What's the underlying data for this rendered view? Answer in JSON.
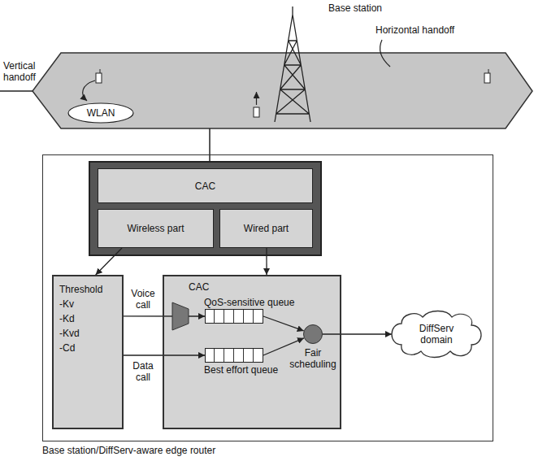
{
  "diagram": {
    "nodes": [
      {
        "text": [
          "WLAN"
        ]
      },
      {
        "text": [
          "Base station/DiffServ-aware edge router"
        ]
      },
      {
        "text": [
          "CAC"
        ],
        "in": 1
      },
      {
        "text": [
          "Wireless part"
        ],
        "in": 1
      },
      {
        "text": [
          "Wired part"
        ],
        "in": 1
      },
      {
        "text": [
          "Threshold",
          "-Kv",
          "-Kd",
          "-Kvd",
          "-Cd"
        ],
        "in": 1
      },
      {
        "text": [
          "CAC"
        ],
        "in": 1
      },
      {
        "text": [
          "QoS-sensitive queue"
        ],
        "in": 6
      },
      {
        "text": [
          "Best effort queue"
        ],
        "in": 6
      },
      {
        "text": [
          "Fair scheduling"
        ],
        "in": 6
      },
      {
        "text": [
          "DiffServ domain"
        ],
        "in": 1
      }
    ],
    "edges": [
      {
        "from": 3,
        "to": 5,
        "arrow": "to"
      },
      {
        "from": 4,
        "to": 6,
        "arrow": "to"
      },
      {
        "from": 5,
        "to": 7,
        "label": "Voice call",
        "arrow": "to"
      },
      {
        "from": 5,
        "to": 8,
        "label": "Data call",
        "arrow": "to"
      },
      {
        "from": 7,
        "to": 9,
        "arrow": "to"
      },
      {
        "from": 8,
        "to": 9,
        "arrow": "to"
      },
      {
        "from": 9,
        "to": 10,
        "arrow": "to"
      }
    ],
    "labels": [
      "Base station",
      "Horizontal handoff",
      "Vertical handoff"
    ]
  }
}
